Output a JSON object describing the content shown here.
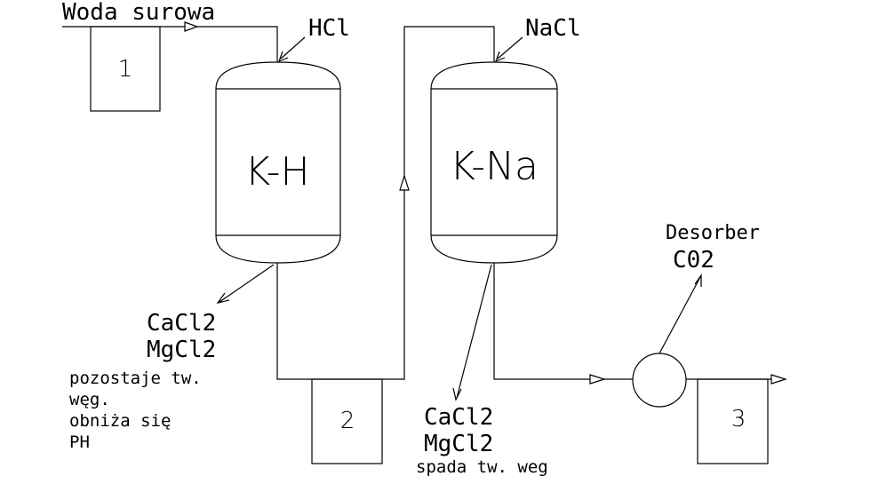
{
  "labels": {
    "raw_water": "Woda surowa",
    "hcl": "HCl",
    "nacl": "NaCl",
    "desorber_line1": "Desorber",
    "desorber_line2": "C02",
    "kh_out_1": "CaCl2",
    "kh_out_2": "MgCl2",
    "kh_note_1": "pozostaje tw.",
    "kh_note_2": "węg.",
    "kh_note_3": "obniża się",
    "kh_note_4": "PH",
    "kna_out_1": "CaCl2",
    "kna_out_2": "MgCl2",
    "kna_note_1": "spada tw. weg"
  },
  "vessels": {
    "kh": "K-H",
    "kna": "K-Na"
  },
  "tanks": {
    "t1": "1",
    "t2": "2",
    "t3": "3"
  }
}
